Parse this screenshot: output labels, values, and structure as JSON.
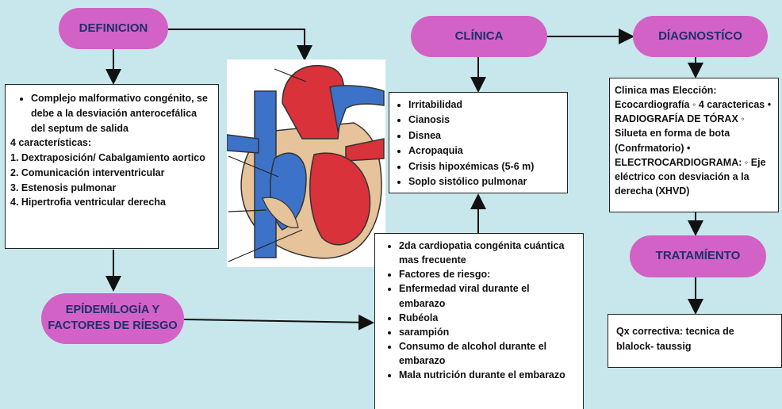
{
  "nodes": {
    "definicion": "DEFINICION",
    "clinica": "CLÍNICA",
    "diagnostico": "DÍAGNOSTÍCO",
    "epidemiologia_line1": "EPÍDEMÍLOGÍA Y",
    "epidemiologia_line2": "FACTORES DE RÍESGO",
    "tratamiento": "TRATAMÍENTO"
  },
  "definicion_box": {
    "bullet": "Complejo malformativo congénito, se debe a la desviación anterocefálica del septum de salida",
    "lines": [
      " 4 características:",
      " 1. Dextraposición/ Cabalgamiento aortico",
      "2. Comunicación interventricular",
      "3. Estenosis pulmonar",
      "4. Hipertrofia ventricular derecha"
    ]
  },
  "clinica_box": {
    "items": [
      "Irritabilidad",
      "Cianosis",
      "Disnea",
      "Acropaquia",
      "Crisis hipoxémicas (5-6 m)",
      "Soplo sistólico pulmonar"
    ]
  },
  "diagnostico_box": {
    "text": "Clinica mas Elección: Ecocardiografía ◦ 4 caractericas • RADIOGRAFÍA DE TÓRAX ◦ Silueta en forma de bota (Confrmatorio) • ELECTROCARDIOGRAMA: ◦ Eje eléctrico con desviación a la derecha (XHVD)"
  },
  "epidemiologia_box": {
    "items": [
      "2da cardiopatia congénita cuántica  mas frecuente",
      "Factores de riesgo:",
      "Enfermedad viral durante el embarazo",
      "Rubéola",
      "sarampión",
      "Consumo de alcohol durante el embarazo",
      "Mala nutrición durante el embarazo"
    ]
  },
  "tratamiento_box": {
    "text": "Qx correctiva: tecnica de blalock- taussig"
  },
  "colors": {
    "background": "#c8e7ec",
    "pill": "#d262c6",
    "pill_text": "#1f2f6b",
    "heart_red": "#d9323a",
    "heart_blue": "#3d72c9",
    "heart_tan": "#e6c39a"
  }
}
